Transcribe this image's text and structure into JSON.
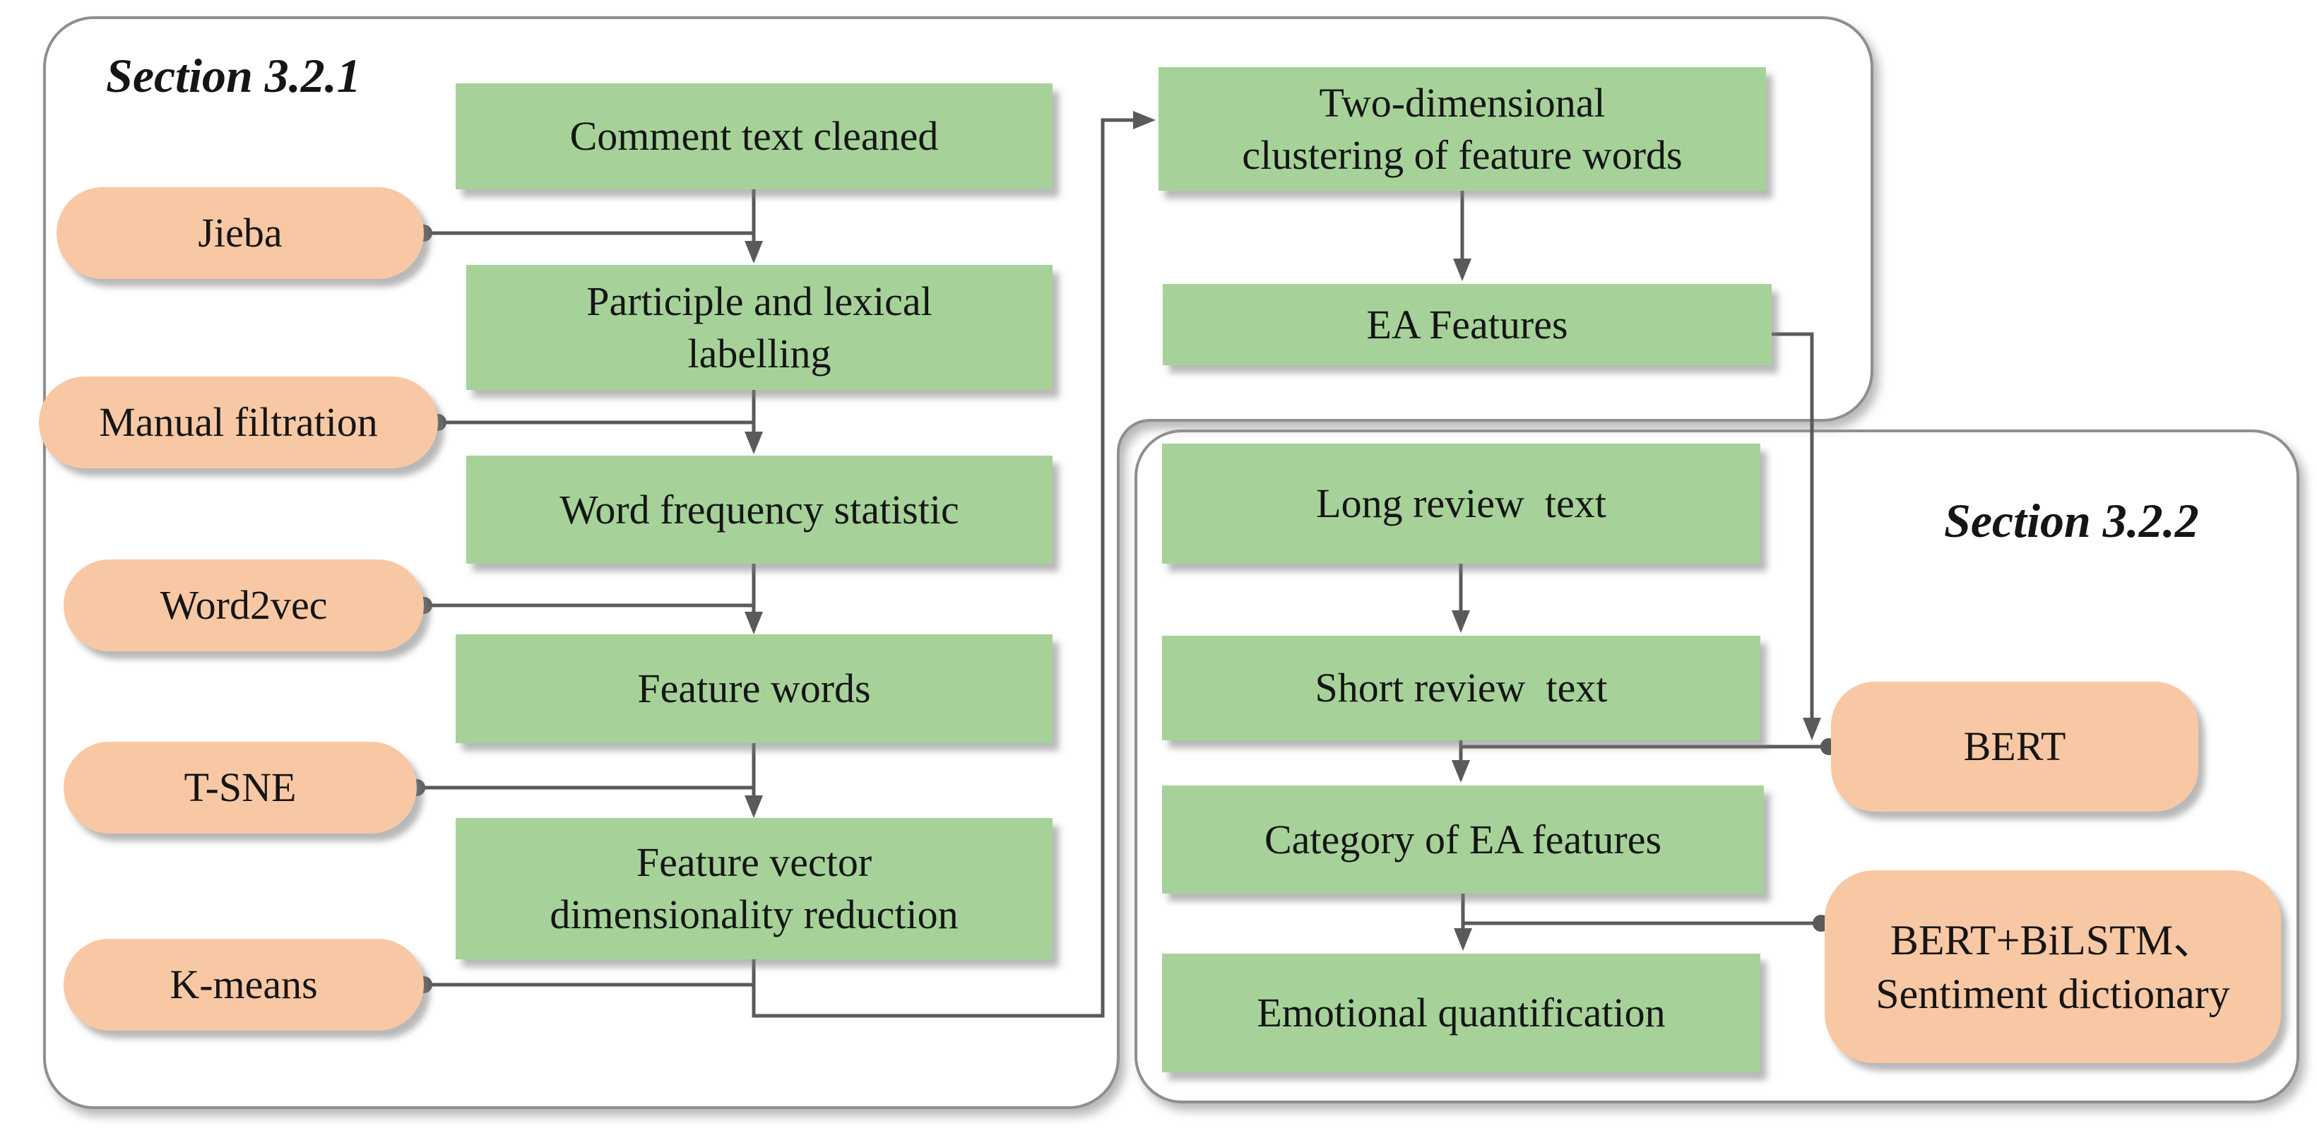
{
  "figure": {
    "type": "flowchart",
    "description": "Two-section pipeline flowchart: feature-word extraction (Section 3.2.1) and emotion quantification (Section 3.2.2)"
  },
  "colors": {
    "box_green": "#a6d299",
    "pill_orange": "#f8c8a4",
    "connector_gray": "#5a5a5a",
    "panel_border_gray": "#8f8f8f",
    "text": "#151515",
    "background": "#ffffff"
  },
  "sections": {
    "s1": {
      "label": "Section 3.2.1"
    },
    "s2": {
      "label": "Section 3.2.2"
    }
  },
  "boxes": {
    "comment": "Comment text cleaned",
    "participle": "Participle and lexical\nlabelling",
    "wordfreq": "Word frequency statistic",
    "feature_words": "Feature words",
    "feature_vector": "Feature vector\ndimensionality reduction",
    "two_dim": "Two-dimensional\nclustering of feature words",
    "ea_features": "EA Features",
    "long_review": "Long review  text",
    "short_review": "Short review  text",
    "category": "Category of EA features",
    "emotional": "Emotional quantification"
  },
  "pills": {
    "jieba": "Jieba",
    "manual": "Manual filtration",
    "word2vec": "Word2vec",
    "tsne": "T-SNE",
    "kmeans": "K-means",
    "bert": "BERT",
    "bert_bilstm": "BERT+BiLSTM、\nSentiment dictionary"
  }
}
